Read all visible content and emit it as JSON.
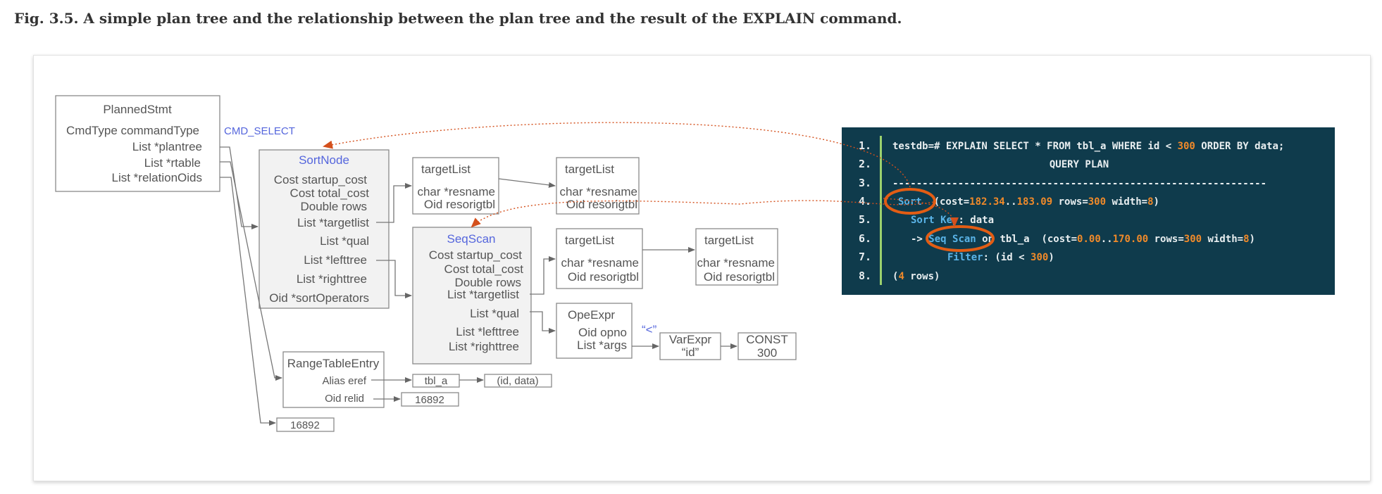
{
  "caption": "Fig. 3.5. A simple plan tree and the relationship between the plan tree and the result of the EXPLAIN command.",
  "planned_stmt": {
    "title": "PlannedStmt",
    "fields": [
      "CmdType  commandType",
      "List      *plantree",
      "List      *rtable",
      "List      *relationOids"
    ],
    "cmd_select": "CMD_SELECT"
  },
  "sort_node": {
    "title": "SortNode",
    "fields": [
      "Cost startup_cost",
      "Cost total_cost",
      "Double rows",
      "List *targetlist",
      "List *qual",
      "List *lefttree",
      "List *righttree",
      "Oid *sortOperators"
    ]
  },
  "seq_scan": {
    "title": "SeqScan",
    "fields": [
      "Cost startup_cost",
      "Cost total_cost",
      "Double rows",
      "List *targetlist",
      "List *qual",
      "List *lefttree",
      "List *righttree"
    ]
  },
  "target_list": {
    "title": "targetList",
    "f1": "char *resname",
    "f2": "Oid resorigtbl"
  },
  "ope_expr": {
    "title": "OpeExpr",
    "f1": "Oid opno",
    "f2": "List *args",
    "op": "“<”"
  },
  "var_expr": {
    "title": "VarExpr",
    "val": "“id”"
  },
  "const": {
    "title": "CONST",
    "val": "300"
  },
  "range_table": {
    "title": "RangeTableEntry",
    "f1": "Alias eref",
    "f2": "Oid relid",
    "alias": "tbl_a",
    "cols": "(id, data)",
    "relid": "16892",
    "oids": "16892"
  },
  "explain": {
    "lines": [
      "1.",
      "2.",
      "3.",
      "4.",
      "5.",
      "6.",
      "7.",
      "8."
    ],
    "l1_a": "testdb=# EXPLAIN SELECT * FROM tbl_a WHERE id < ",
    "l1_n": "300",
    "l1_b": " ORDER BY data;",
    "l2": "QUERY PLAN",
    "l3": "---------------------------------------------------------------",
    "l4_kw": "Sort",
    "l4_a": "  (cost=",
    "l4_n1": "182.34",
    "l4_b": "..",
    "l4_n2": "183.09",
    "l4_c": " rows=",
    "l4_n3": "300",
    "l4_d": " width=",
    "l4_n4": "8",
    "l4_e": ")",
    "l5_kw": "Sort Key",
    "l5_a": ": data",
    "l6_arrow": "->",
    "l6_kw": "Seq Scan",
    "l6_a": " on tbl_a  (cost=",
    "l6_n1": "0.00",
    "l6_b": "..",
    "l6_n2": "170.00",
    "l6_c": " rows=",
    "l6_n3": "300",
    "l6_d": " width=",
    "l6_n4": "8",
    "l6_e": ")",
    "l7_kw": "Filter",
    "l7_a": ": (id < ",
    "l7_n": "300",
    "l7_e": ")",
    "l8_a": "(",
    "l8_n": "4",
    "l8_b": " rows)",
    "colors": {
      "background": "#0f3b4c",
      "accent": "#f08a2a",
      "keyword": "#5ab4e8",
      "border": "#9bd16e"
    }
  }
}
